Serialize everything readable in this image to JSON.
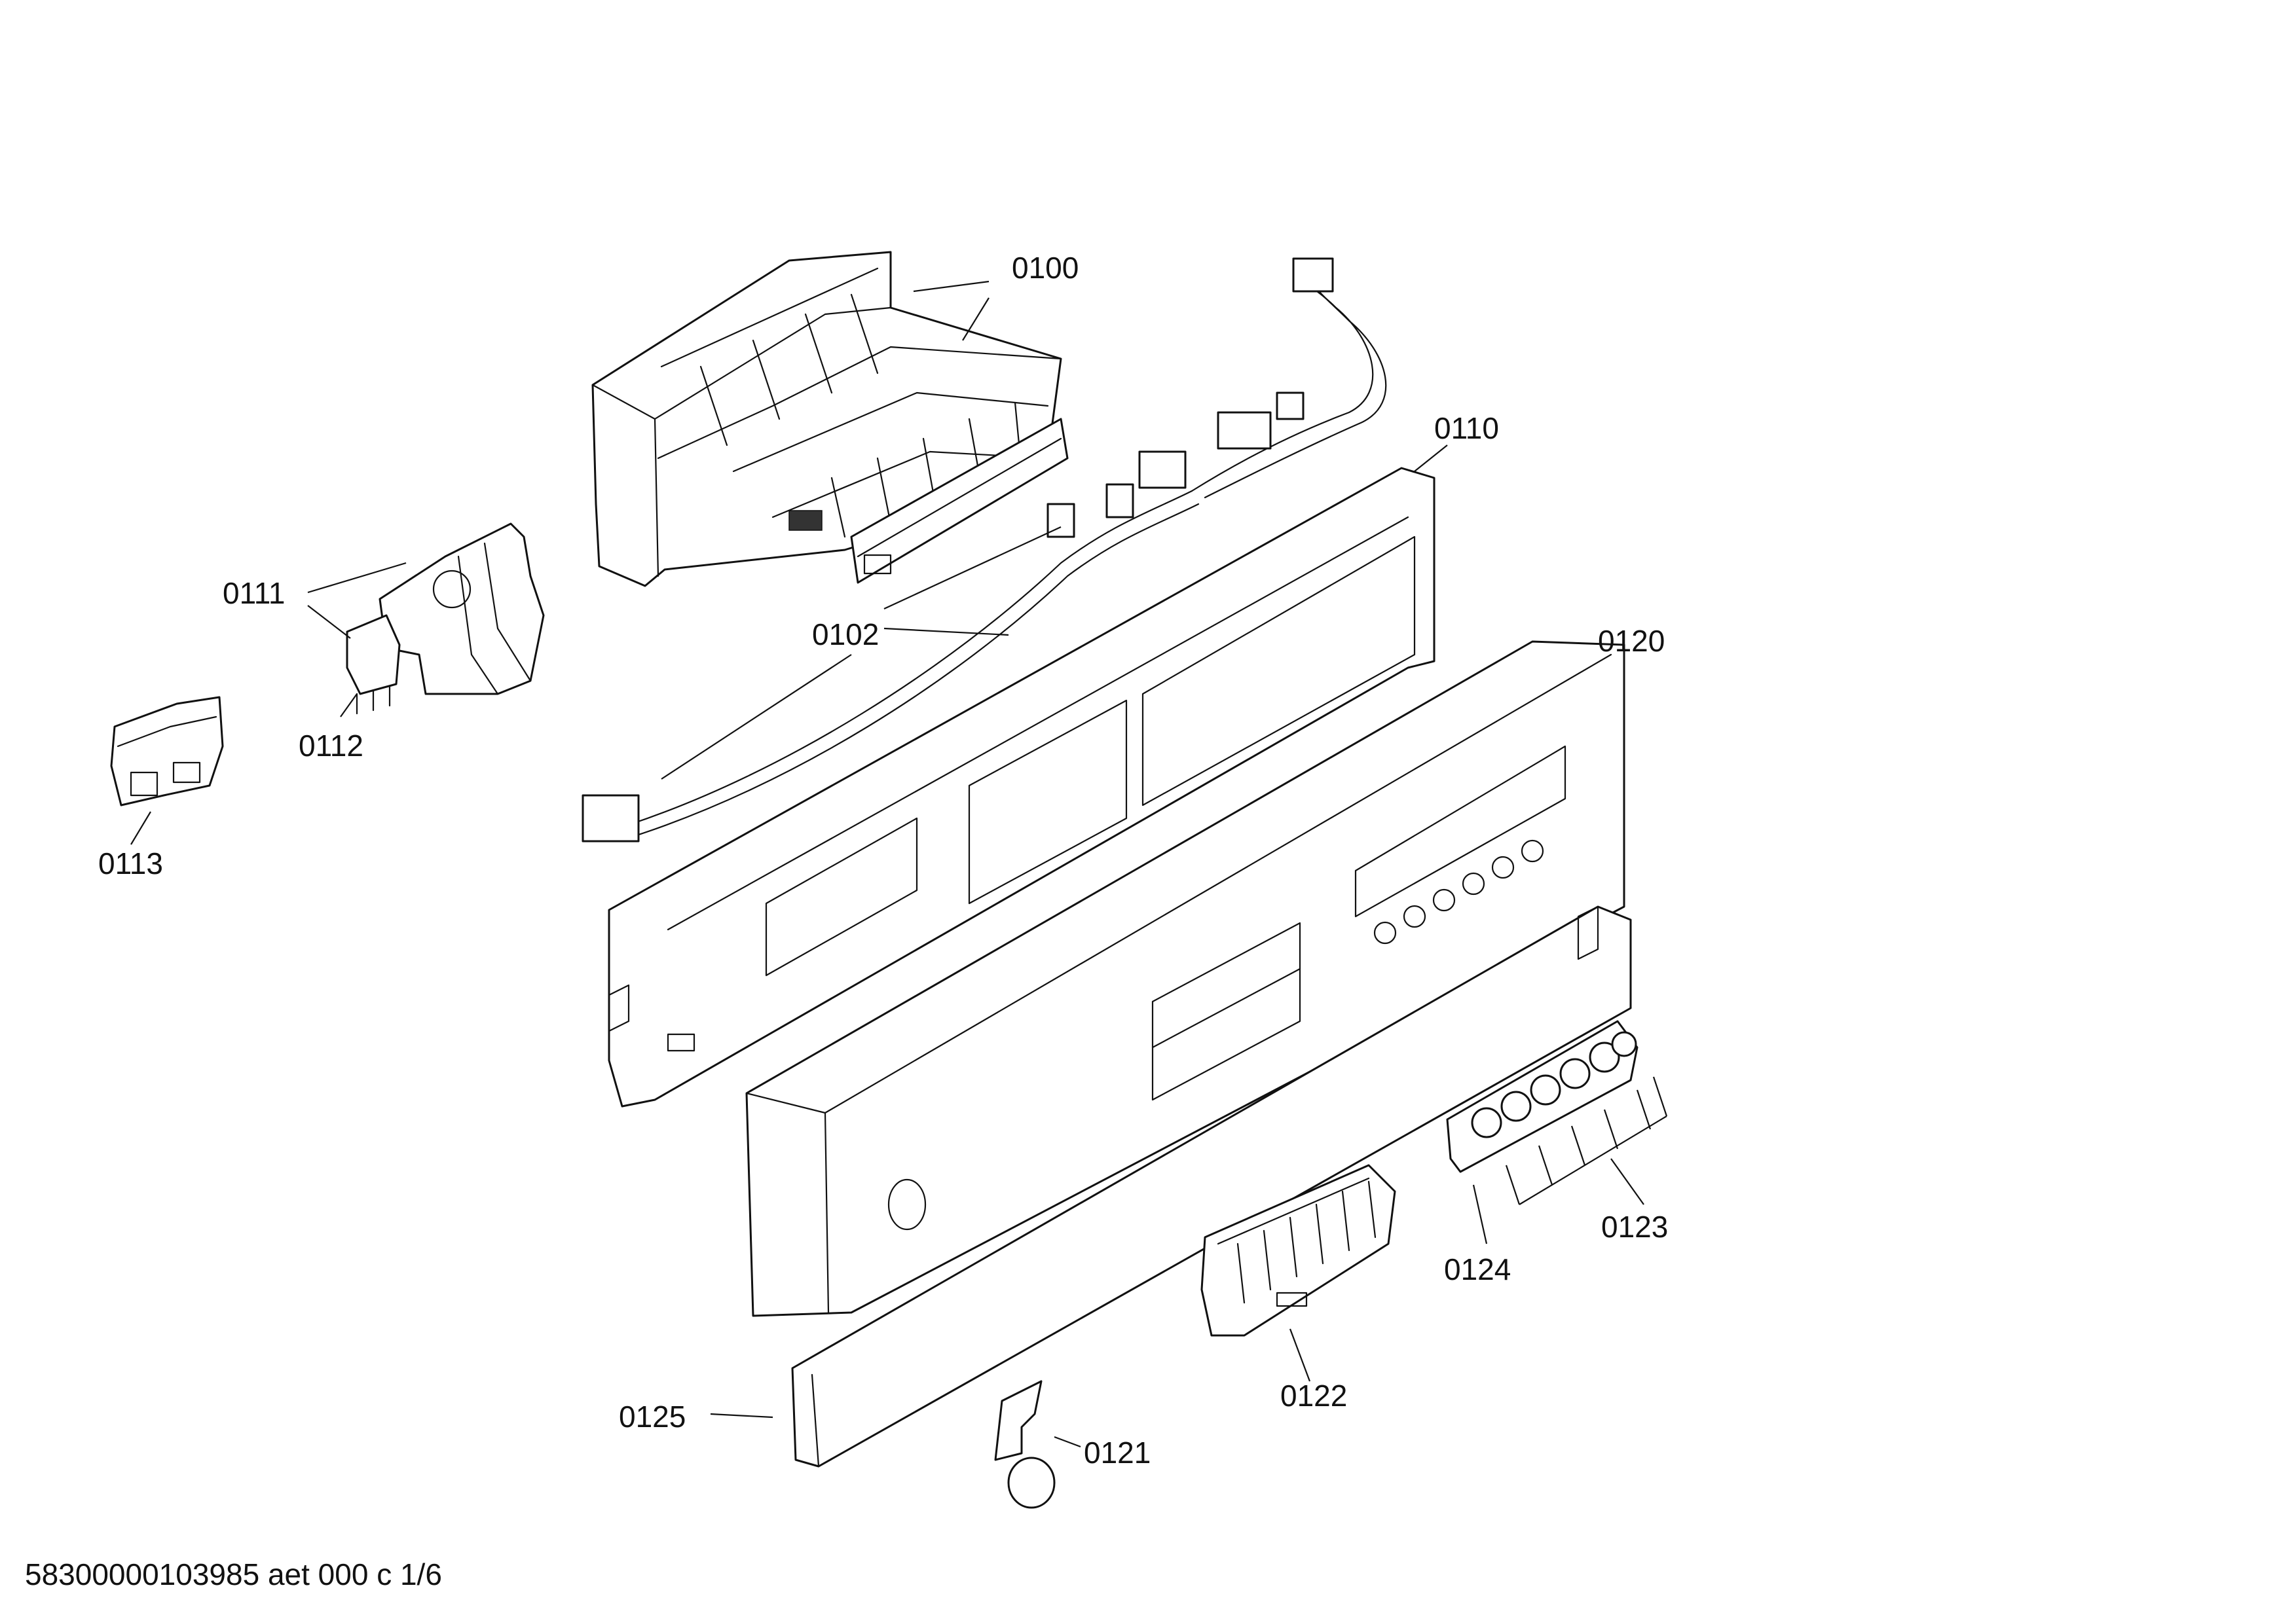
{
  "labels": {
    "p0100": "0100",
    "p0102": "0102",
    "p0110": "0110",
    "p0111": "0111",
    "p0112": "0112",
    "p0113": "0113",
    "p0120": "0120",
    "p0121": "0121",
    "p0122": "0122",
    "p0123": "0123",
    "p0124": "0124",
    "p0125": "0125"
  },
  "document_id": "58300000103985 aet 000 c 1/6"
}
